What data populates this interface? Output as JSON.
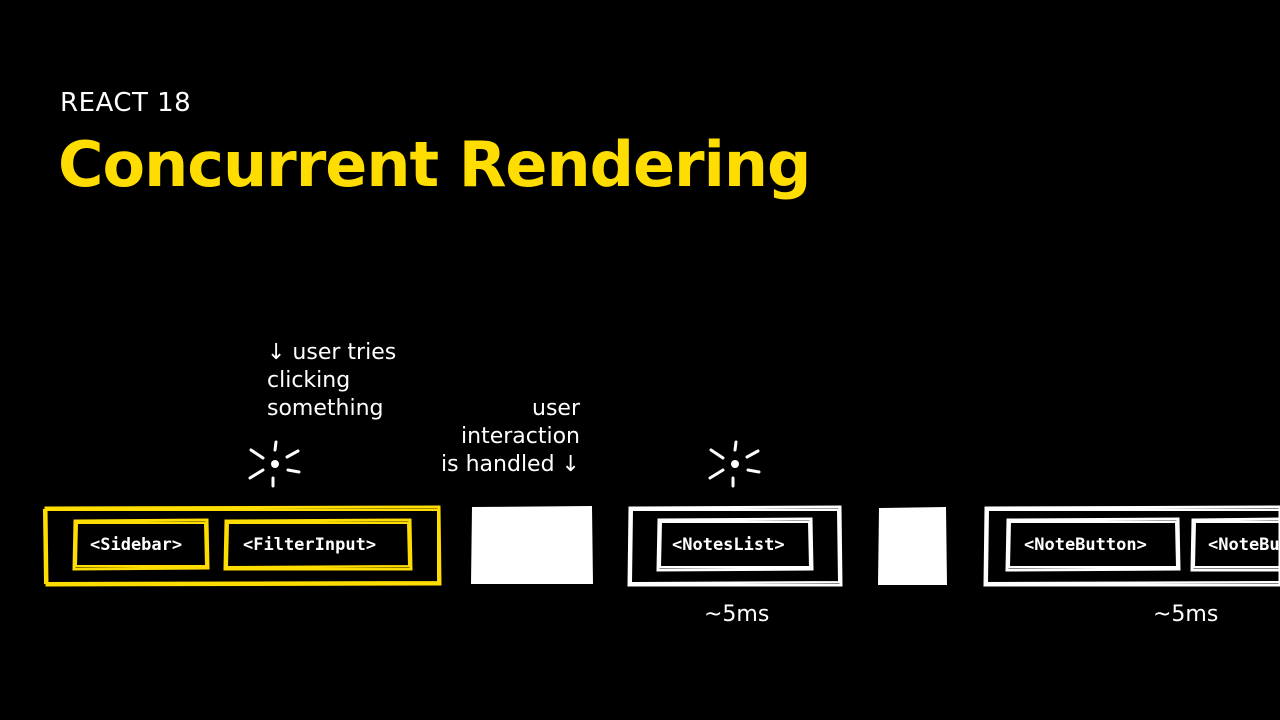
{
  "slide": {
    "eyebrow": "REACT 18",
    "title": "Concurrent Rendering"
  },
  "annotations": {
    "left_lines": [
      "↓ user tries",
      "clicking",
      "something"
    ],
    "right_lines": [
      "user",
      "interaction",
      "is handled ↓"
    ]
  },
  "blocks": {
    "group1": {
      "color": "#ffdd00",
      "items": [
        "<Sidebar>",
        "<FilterInput>"
      ]
    },
    "group2": {
      "color": "#ffffff",
      "items": [
        "<NotesList>"
      ]
    },
    "group3": {
      "color": "#ffffff",
      "items": [
        "<NoteButton>",
        "<NoteBu"
      ]
    }
  },
  "timings": [
    "~5ms",
    "~5ms"
  ],
  "colors": {
    "background": "#000000",
    "accent": "#ffdd00",
    "foreground": "#ffffff"
  },
  "icons": [
    "click-burst-icon",
    "click-burst-icon"
  ]
}
